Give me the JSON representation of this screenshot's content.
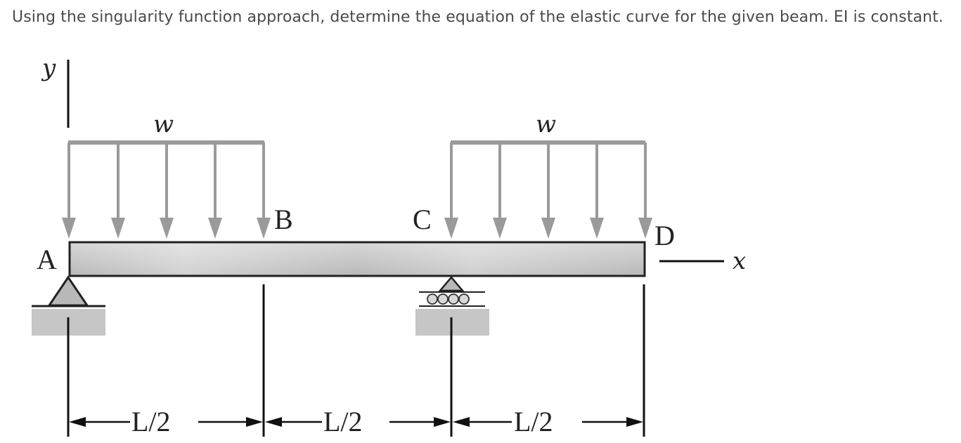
{
  "question": "Using the singularity function approach, determine the equation of the elastic curve for the given beam. EI is constant.",
  "diagram": {
    "axis_y": "y",
    "axis_x": "x",
    "load_left": "w",
    "load_right": "w",
    "point_A": "A",
    "point_B": "B",
    "point_C": "C",
    "point_D": "D",
    "dim_1": "L/2",
    "dim_2": "L/2",
    "dim_3": "L/2"
  }
}
